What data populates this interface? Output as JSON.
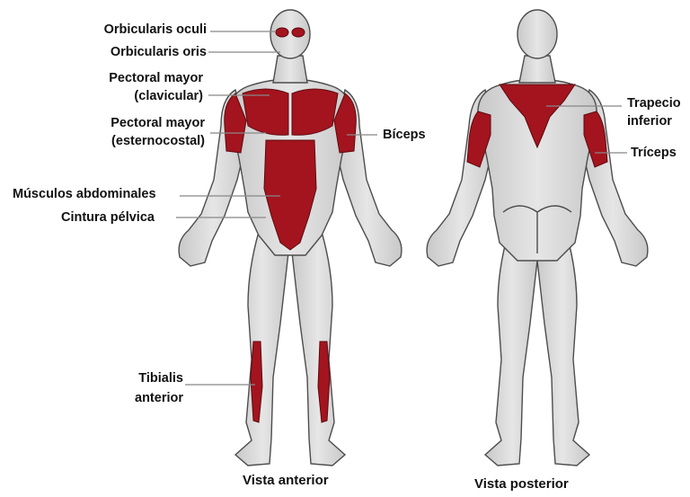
{
  "labels": {
    "orbicularis_oculi": "Orbicularis oculi",
    "orbicularis_oris": "Orbicularis oris",
    "pectoral_mayor_clav_1": "Pectoral mayor",
    "pectoral_mayor_clav_2": "(clavicular)",
    "pectoral_mayor_est_1": "Pectoral mayor",
    "pectoral_mayor_est_2": "(esternocostal)",
    "musculos_abdominales": "Músculos abdominales",
    "cintura_pelvica": "Cintura pélvica",
    "tibialis_1": "Tibialis",
    "tibialis_2": "anterior",
    "biceps": "Bíceps",
    "trapecio_1": "Trapecio",
    "trapecio_2": "inferior",
    "triceps": "Tríceps"
  },
  "captions": {
    "anterior": "Vista anterior",
    "posterior": "Vista posterior"
  },
  "colors": {
    "muscle_highlight": "#a3141e",
    "body_fill": "#d9d9d9",
    "outline": "#4d4d4d",
    "leader_line": "#888888"
  }
}
